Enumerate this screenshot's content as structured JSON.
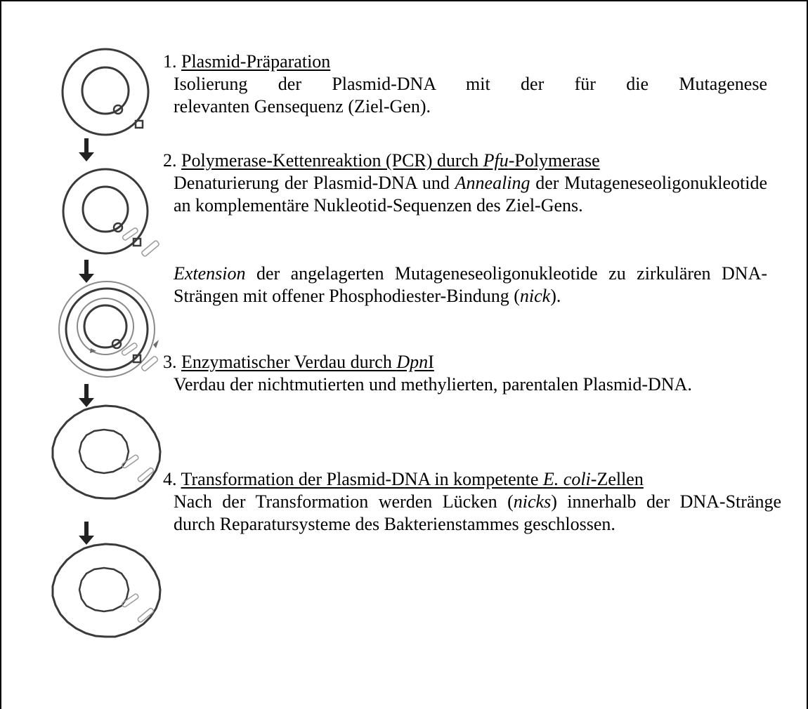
{
  "steps": [
    {
      "title_prefix": "1. ",
      "title_parts": [
        "Plasmid-Präparation"
      ],
      "body": [
        "Isolierung der Plasmid-DNA mit der für die Mutagenese ",
        "relevanten Gensequenz (Ziel-Gen)."
      ]
    },
    {
      "title_prefix": "2. ",
      "title_parts": [
        "Polymerase-Kettenreaktion (PCR) durch ",
        "Pfu",
        "-Polymerase"
      ],
      "body": [
        "Denaturierung der Plasmid-DNA und ",
        "Annealing",
        " der Mutageneseoligonukleotide an komplementäre Nukleotid-Sequenzen des Ziel-Gens."
      ]
    },
    {
      "body": [
        "Extension",
        " der angelagerten Mutageneseoligonukleotide zu zirkulären DNA-Strängen mit offener Phosphodiester-Bindung (",
        "nick",
        ")."
      ]
    },
    {
      "title_prefix": "3. ",
      "title_parts": [
        "Enzymatischer Verdau durch ",
        "Dpn",
        "I"
      ],
      "body": [
        "Verdau der nichtmutierten und methylierten, parentalen Plasmid-DNA."
      ]
    },
    {
      "title_prefix": "4. ",
      "title_parts": [
        "Transformation der Plasmid-DNA in kompetente ",
        "E. coli",
        "-Zellen"
      ],
      "body": [
        "Nach der Transformation werden Lücken (",
        "nicks",
        ") innerhalb der DNA-Stränge durch Reparatursysteme des  Bakterienstammes geschlossen."
      ]
    }
  ],
  "icons": [
    {
      "name": "plasmid-icon"
    },
    {
      "name": "pcr-annealing-icon"
    },
    {
      "name": "pcr-extension-icon"
    },
    {
      "name": "dpni-digest-icon"
    },
    {
      "name": "transformed-plasmid-icon"
    }
  ],
  "colors": {
    "stroke": "#3a3a3a",
    "light": "#9a9a9a",
    "text": "#000000"
  }
}
